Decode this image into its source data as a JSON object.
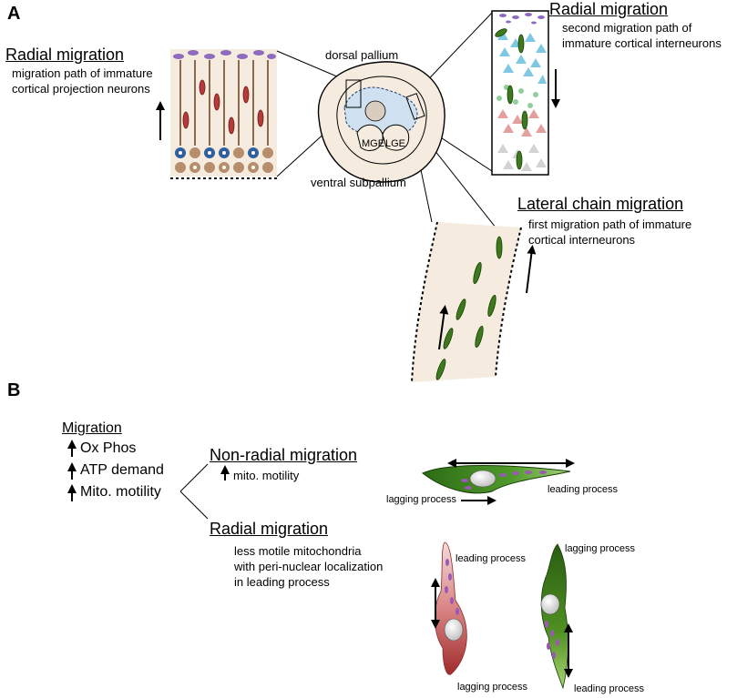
{
  "panel_a": {
    "label": "A",
    "left": {
      "title": "Radial migration",
      "desc_line1": "migration path of immature",
      "desc_line2": "cortical projection neurons"
    },
    "center": {
      "dorsal": "dorsal pallium",
      "ventral": "ventral subpallium",
      "mge": "MGE",
      "lge": "LGE"
    },
    "right_top": {
      "title": "Radial migration",
      "desc_line1": "second migration path of",
      "desc_line2": "immature cortical interneurons"
    },
    "lateral": {
      "title": "Lateral chain migration",
      "desc_line1": "first migration path of immature",
      "desc_line2": "cortical interneurons"
    }
  },
  "panel_b": {
    "label": "B",
    "migration": {
      "title": "Migration",
      "item1": "Ox Phos",
      "item2": "ATP demand",
      "item3": "Mito. motility"
    },
    "non_radial": {
      "title": "Non-radial migration",
      "desc": "mito. motility",
      "lagging": "lagging process",
      "leading": "leading process"
    },
    "radial": {
      "title": "Radial migration",
      "desc_line1": "less motile mitochondria",
      "desc_line2": "with peri-nuclear localization",
      "desc_line3": "in leading process",
      "red_leading": "leading process",
      "red_lagging": "lagging process",
      "green_lagging": "lagging process",
      "green_leading": "leading process"
    }
  },
  "colors": {
    "tissue": "#f5ecdf",
    "ventricle": "#cfe0f0",
    "neuron_green": "#3d7a1e",
    "neuron_red": "#b73a3a",
    "progenitor_brown": "#b78d6e",
    "progenitor_blue": "#2f5f9e",
    "mito_purple": "#9b59b6",
    "triangle_cyan": "#7ec8e3",
    "triangle_pink": "#e3a0a0",
    "triangle_grey": "#d3d3d3",
    "star_green": "#8fcf9a"
  }
}
